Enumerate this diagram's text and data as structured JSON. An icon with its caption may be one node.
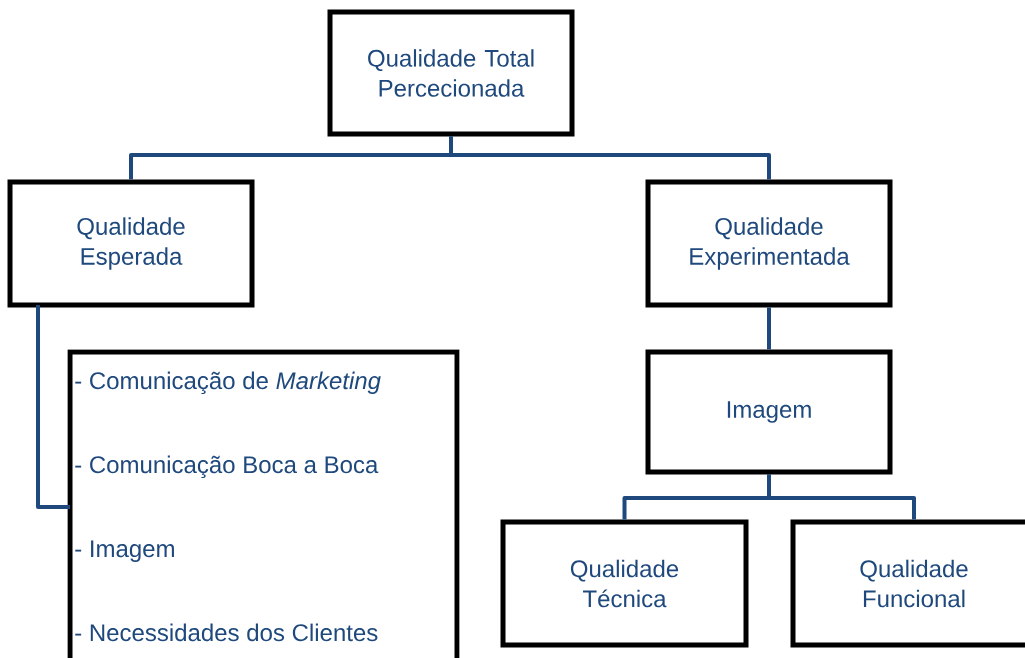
{
  "diagram": {
    "nodes": [
      {
        "text": [
          "Qualidade Total Percecionada"
        ]
      },
      {
        "text": [
          "Qualidade Esperada"
        ]
      },
      {
        "text": [
          "Qualidade Experimentada"
        ]
      },
      {
        "text": [
          "- Comunicação de *Marketing*",
          "- Comunicação Boca a Boca",
          "- Imagem",
          "- Necessidades dos Clientes"
        ]
      },
      {
        "text": [
          "Imagem"
        ]
      },
      {
        "text": [
          "Qualidade Técnica"
        ]
      },
      {
        "text": [
          "Qualidade Funcional"
        ]
      }
    ],
    "edges": [
      {
        "from": 0,
        "to": 1,
        "arrow": "none"
      },
      {
        "from": 0,
        "to": 2,
        "arrow": "none"
      },
      {
        "from": 1,
        "to": 3,
        "arrow": "none"
      },
      {
        "from": 2,
        "to": 4,
        "arrow": "none"
      },
      {
        "from": 4,
        "to": 5,
        "arrow": "none"
      },
      {
        "from": 4,
        "to": 6,
        "arrow": "none"
      }
    ]
  }
}
